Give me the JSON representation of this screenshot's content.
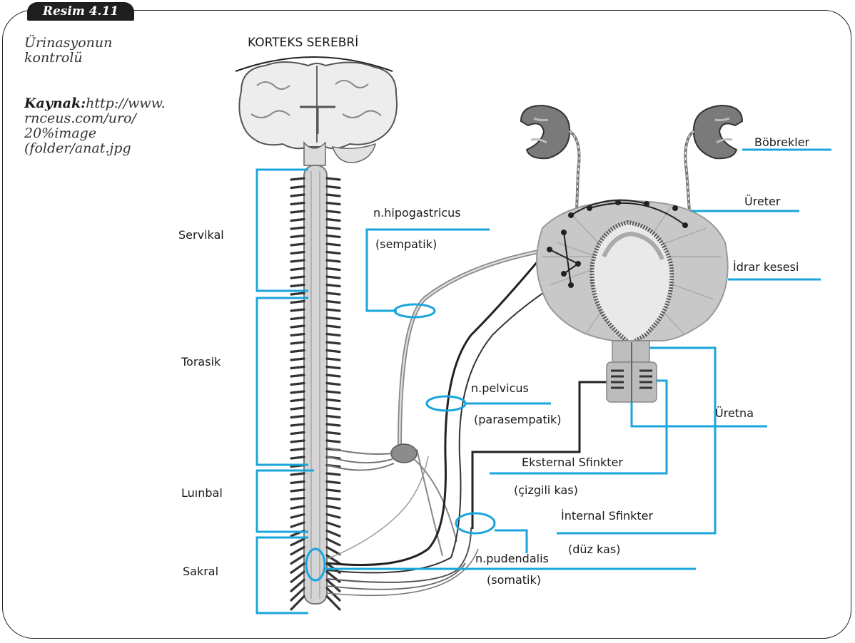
{
  "figure": {
    "tab": "Resim 4.11",
    "caption_line1": "Ürinasyonun",
    "caption_line2": "kontrolü",
    "source_label": "Kaynak:",
    "source_line1": "http://www.",
    "source_line2": "rnceus.com/uro/",
    "source_line3": "20%image",
    "source_line4": "(folder/anat.jpg"
  },
  "labels": {
    "cortex": "KORTEKS SEREBRİ",
    "servikal": "Servikal",
    "torasik": "Torasik",
    "lumbal": "Luınbal",
    "sakral": "Sakral",
    "hipogastricus": "n.hipogastricus",
    "sempatik": "(sempatik)",
    "pelvicus": "n.pelvicus",
    "parasempatik": "(parasempatik)",
    "pudendalis": "n.pudendalis",
    "somatik": "(somatik)",
    "bobrekler": "Böbrekler",
    "ureter": "Üreter",
    "idrar_kesesi": "İdrar kesesi",
    "uretna": "Üretna",
    "eksternal": "Eksternal Sfinkter",
    "cizgili": "(çizgili kas)",
    "internal": "İnternal Sfinkter",
    "duz_kas": "(düz kas)"
  },
  "colors": {
    "accent": "#1aa6dc",
    "ink": "#1a1a1a",
    "organ_fill": "#c9c9c9",
    "nerve": "#555555"
  }
}
